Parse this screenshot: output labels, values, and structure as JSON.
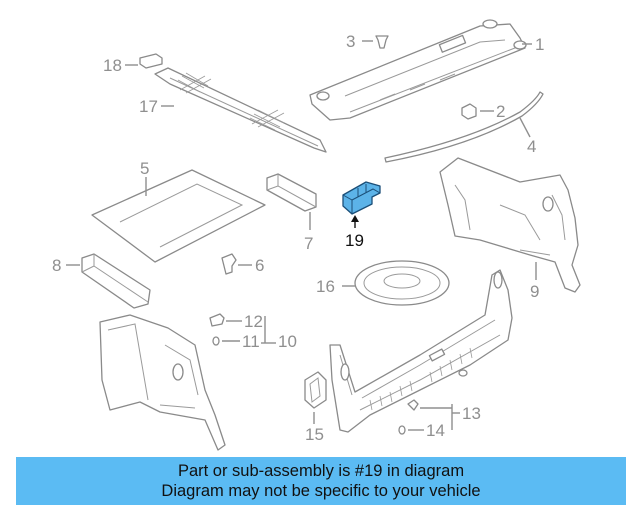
{
  "diagram": {
    "highlighted_part": "19",
    "callouts": {
      "p1": "1",
      "p2": "2",
      "p3": "3",
      "p4": "4",
      "p5": "5",
      "p6": "6",
      "p7": "7",
      "p8": "8",
      "p9": "9",
      "p10": "10",
      "p11": "11",
      "p12": "12",
      "p13": "13",
      "p14": "14",
      "p15": "15",
      "p16": "16",
      "p17": "17",
      "p18": "18",
      "p19": "19"
    },
    "colors": {
      "highlight": "#5cb3e8",
      "banner": "#5bbbf3",
      "line": "#8a8a8a"
    }
  },
  "caption": {
    "line1": "Part or sub-assembly is #19 in diagram",
    "line2": "Diagram may not be specific to your vehicle"
  }
}
